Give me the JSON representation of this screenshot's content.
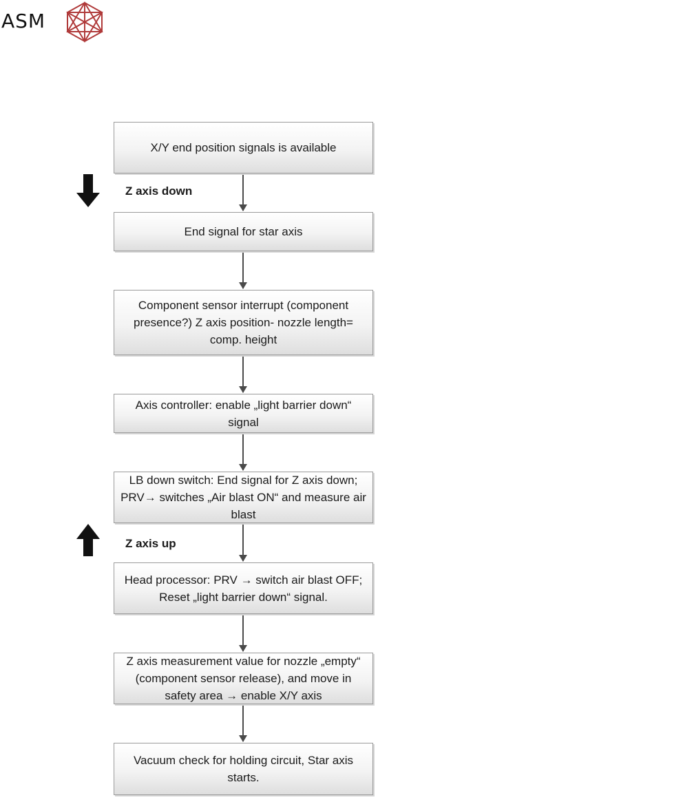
{
  "logo": {
    "text": "ASM",
    "accent_color": "#b03a3a",
    "icon": "asm-crystal-logo-icon"
  },
  "steps": [
    {
      "text": "X/Y end position signals is available"
    },
    {
      "text": "End signal for star axis"
    },
    {
      "text": "Component sensor interrupt (component presence?) Z axis position- nozzle length= comp. height"
    },
    {
      "text": "Axis controller: enable „light barrier down“ signal"
    },
    {
      "text": "LB down switch: End signal for Z axis down; PRV→ switches „Air blast ON“ and measure air blast"
    },
    {
      "text": "Head processor: PRV → switch air blast OFF; Reset „light barrier down“ signal."
    },
    {
      "text": "Z axis measurement value for nozzle „empty“ (component sensor release), and move in safety area → enable X/Y axis"
    },
    {
      "text": "Vacuum check for holding circuit, Star axis starts."
    }
  ],
  "side_labels": {
    "down": {
      "text": "Z axis down",
      "icon": "arrow-down-icon"
    },
    "up": {
      "text": "Z axis up",
      "icon": "arrow-up-icon"
    }
  },
  "colors": {
    "box_border": "#9a9a9a",
    "connector": "#4a4a4a",
    "big_arrow": "#111111"
  }
}
